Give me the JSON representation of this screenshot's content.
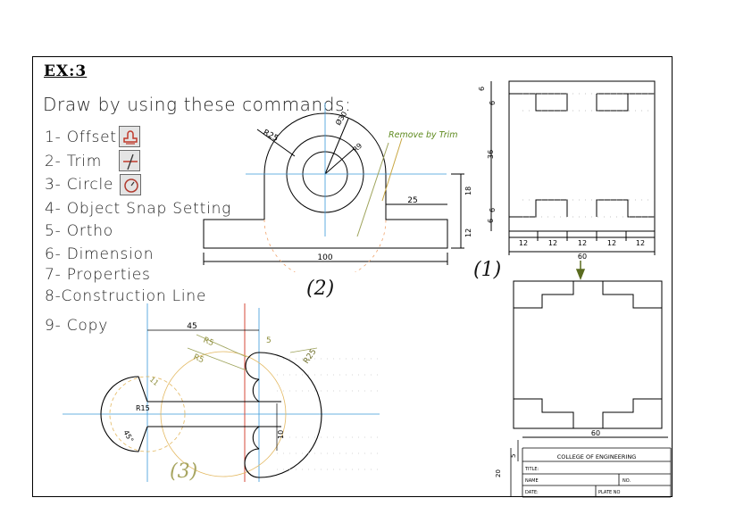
{
  "title": "EX:3",
  "intro": "Draw by using these commands:",
  "commands": [
    {
      "label": "1- Offset",
      "icon": "offset-icon"
    },
    {
      "label": "2- Trim",
      "icon": "trim-icon"
    },
    {
      "label": "3- Circle",
      "icon": "circle-icon"
    },
    {
      "label": "4- Object Snap Setting"
    },
    {
      "label": "5- Ortho"
    },
    {
      "label": "6- Dimension"
    },
    {
      "label": "7- Properties"
    },
    {
      "label": "8-Construction Line"
    },
    {
      "label": "9- Copy"
    }
  ],
  "drawing1": {
    "label": "(1)",
    "dims": {
      "d6a": "6",
      "d6b": "6",
      "d36": "36",
      "d6c": "6",
      "d6d": "6",
      "w12a": "12",
      "w12b": "12",
      "w12c": "12",
      "w12d": "12",
      "w12e": "12",
      "w60": "60",
      "w60b": "60"
    }
  },
  "drawing2": {
    "label": "(2)",
    "annotation": "Remove by Trim",
    "dims": {
      "r25": "R25",
      "d30": "Ø30",
      "r9": "R9",
      "d25": "25",
      "d18": "18",
      "d12": "12",
      "d100": "100"
    }
  },
  "drawing3": {
    "label": "(3)",
    "dims": {
      "d45": "45",
      "r5a": "R5",
      "r5b": "R5",
      "d5": "5",
      "r25": "R25",
      "r15": "R15",
      "d11": "11",
      "a45": "45°",
      "d10": "10"
    }
  },
  "titleblock": {
    "college": "COLLEGE OF ENGINEERING",
    "title": "TITLE:",
    "name": "NAME",
    "no": "NO.",
    "date": "DATE:",
    "plate": "PLATE NO",
    "d5": "5",
    "d20": "20"
  }
}
